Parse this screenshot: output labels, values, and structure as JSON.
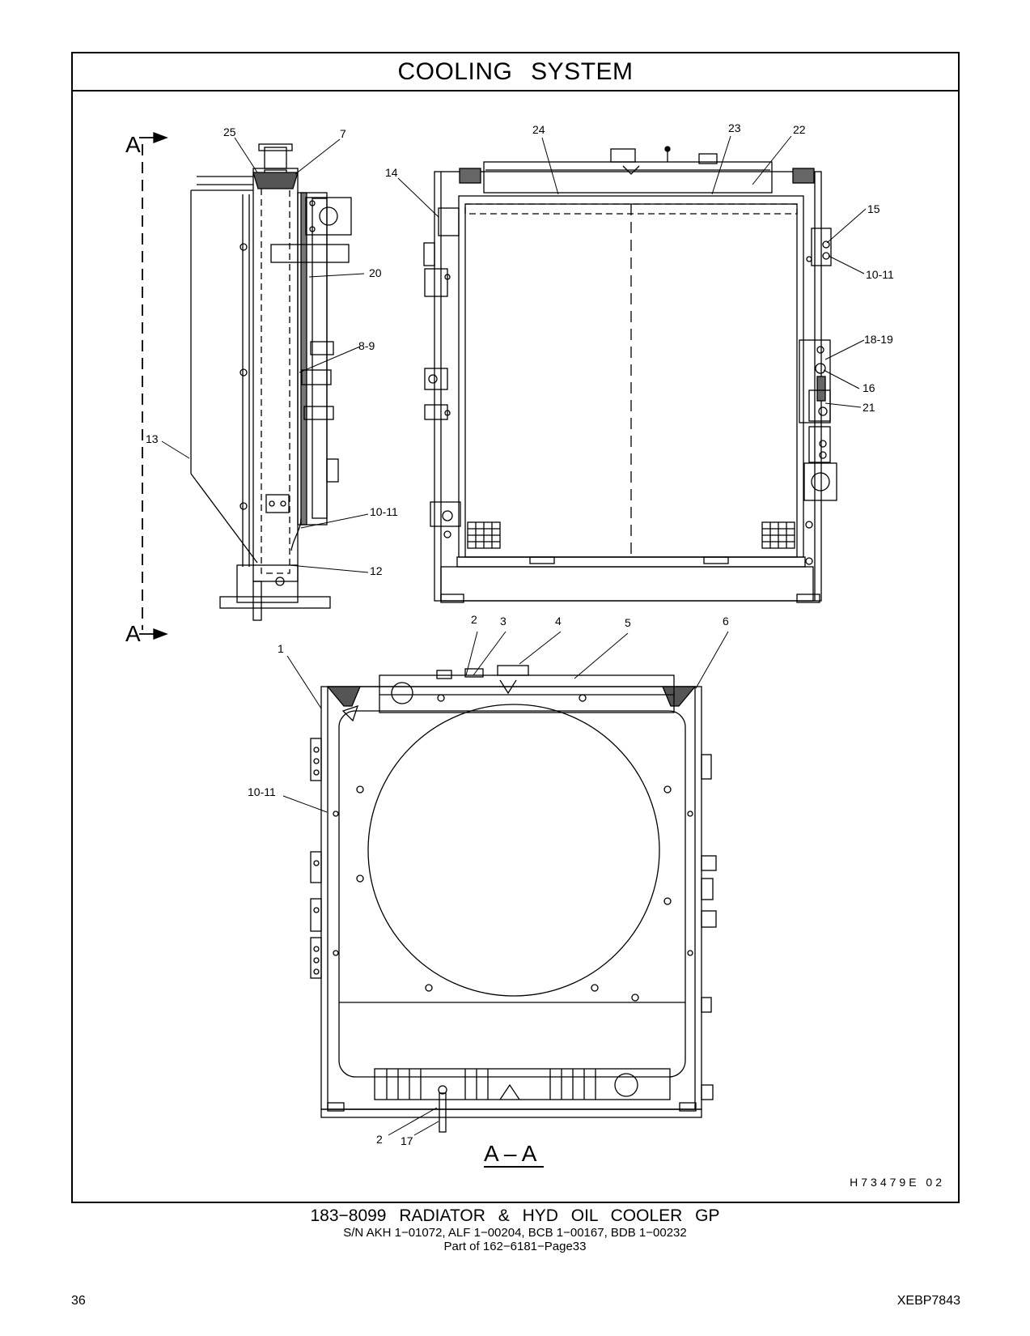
{
  "title": "COOLING SYSTEM",
  "section_markers": {
    "top": "A",
    "bottom": "A",
    "view": "A – A"
  },
  "part_labels": {
    "l25": "25",
    "l7": "7",
    "l14": "14",
    "l24": "24",
    "l23": "23",
    "l22": "22",
    "l15": "15",
    "l10_11_right": "10-11",
    "l20": "20",
    "l8_9": "8-9",
    "l18_19": "18-19",
    "l16": "16",
    "l21": "21",
    "l13": "13",
    "l10_11_side": "10-11",
    "l12": "12",
    "l2_top": "2",
    "l3": "3",
    "l4": "4",
    "l5": "5",
    "l6": "6",
    "l1": "1",
    "l10_11_front": "10-11",
    "l2_bottom": "2",
    "l17": "17"
  },
  "drawing_id": "H73479E  02",
  "caption": {
    "main": "183−8099 RADIATOR & HYD OIL COOLER GP",
    "serials": "S/N AKH 1−01072, ALF 1−00204, BCB 1−00167, BDB 1−00232",
    "part_of": "Part of 162−6181−Page33"
  },
  "page_number": "36",
  "document_id": "XEBP7843"
}
